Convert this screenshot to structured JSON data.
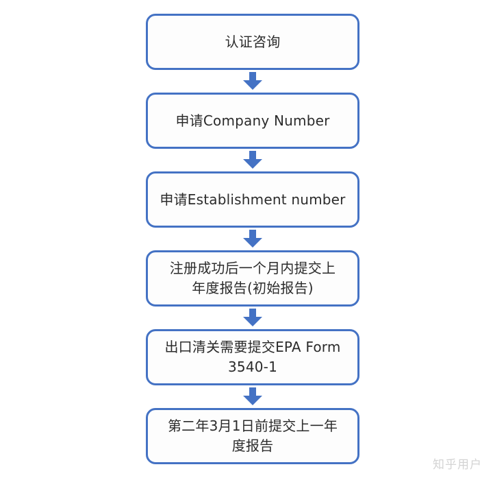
{
  "diagram": {
    "type": "flowchart",
    "orientation": "vertical-top-to-bottom",
    "accent_color": "#4472C4",
    "node_fill": "#FDFDFD",
    "text_color": "#2B2B2B",
    "background": "#FFFFFF",
    "nodes": [
      {
        "id": "step-1",
        "label": "认证咨询"
      },
      {
        "id": "step-2",
        "label": "申请Company Number"
      },
      {
        "id": "step-3",
        "label": "申请Establishment number"
      },
      {
        "id": "step-4",
        "label": "注册成功后一个月内提交上\n年度报告(初始报告)"
      },
      {
        "id": "step-5",
        "label": "出口清关需要提交EPA Form\n3540-1"
      },
      {
        "id": "step-6",
        "label": "第二年3月1日前提交上一年\n度报告"
      }
    ],
    "connectors": [
      {
        "id": "arrow-1",
        "icon": "arrow-down-icon",
        "from": "step-1",
        "to": "step-2"
      },
      {
        "id": "arrow-2",
        "icon": "arrow-down-icon",
        "from": "step-2",
        "to": "step-3"
      },
      {
        "id": "arrow-3",
        "icon": "arrow-down-icon",
        "from": "step-3",
        "to": "step-4"
      },
      {
        "id": "arrow-4",
        "icon": "arrow-down-icon",
        "from": "step-4",
        "to": "step-5"
      },
      {
        "id": "arrow-5",
        "icon": "arrow-down-icon",
        "from": "step-5",
        "to": "step-6"
      }
    ]
  },
  "watermark": {
    "text": "知乎用户"
  }
}
